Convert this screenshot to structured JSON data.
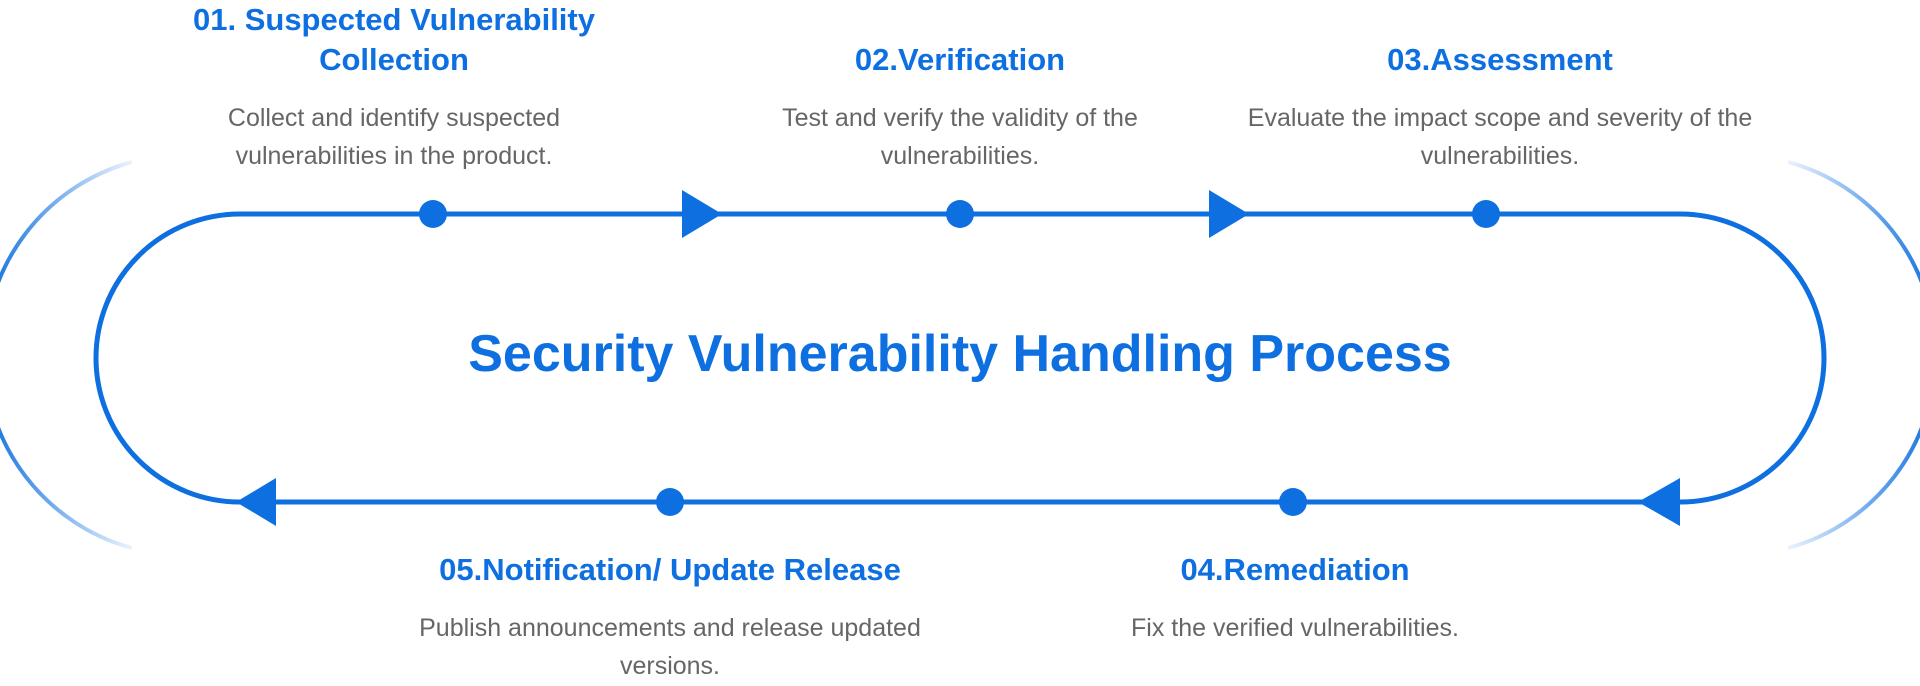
{
  "diagram": {
    "title": "Security Vulnerability Handling Process",
    "accent_color": "#0d6fe0",
    "text_color": "#666666",
    "steps": [
      {
        "title": "01. Suspected Vulnerability Collection",
        "description": "Collect and identify suspected vulnerabilities in the product."
      },
      {
        "title": "02.Verification",
        "description": "Test and verify the validity of the vulnerabilities."
      },
      {
        "title": "03.Assessment",
        "description": "Evaluate the impact scope and severity of the vulnerabilities."
      },
      {
        "title": "04.Remediation",
        "description": "Fix the verified vulnerabilities."
      },
      {
        "title": "05.Notification/ Update Release",
        "description": "Publish announcements and release updated versions."
      }
    ],
    "flow_direction": "clockwise"
  }
}
